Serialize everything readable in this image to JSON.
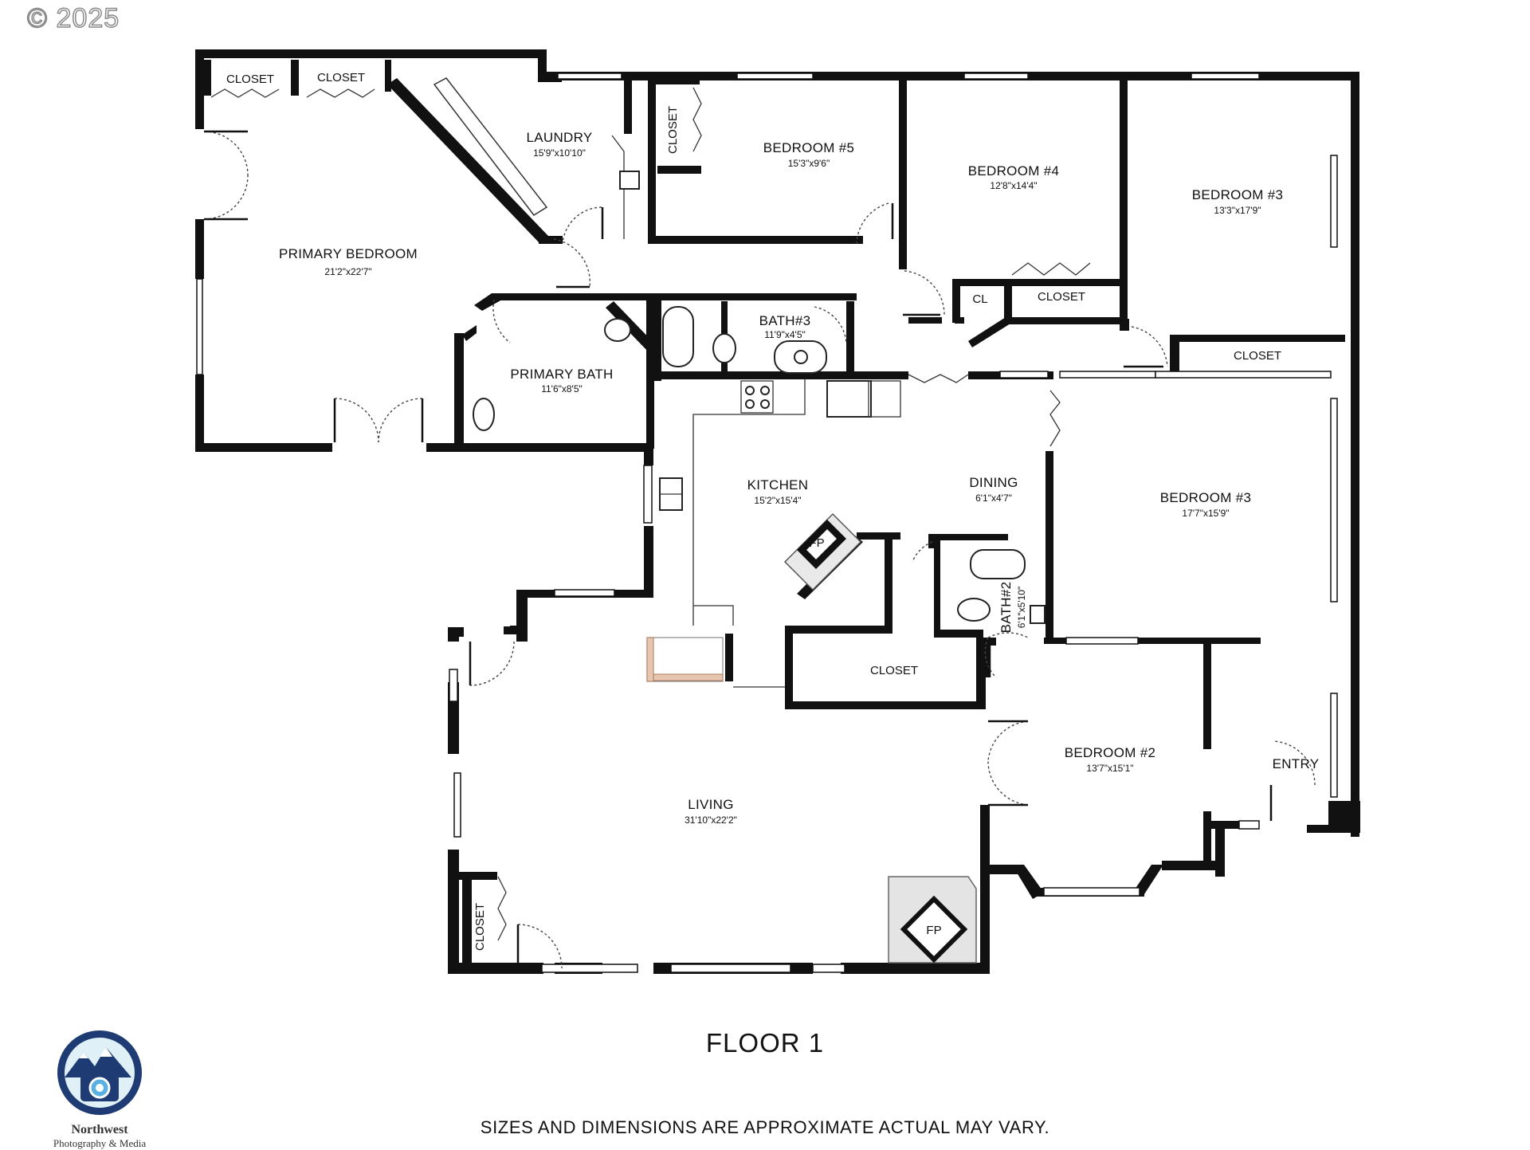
{
  "copyright": "© 2025",
  "floor_title": "FLOOR 1",
  "disclaimer": "SIZES AND DIMENSIONS ARE APPROXIMATE ACTUAL MAY VARY.",
  "logo": {
    "name": "Northwest",
    "subtitle": "Photography & Media"
  },
  "rooms": {
    "primary_bedroom": {
      "name": "PRIMARY BEDROOM",
      "dims": "21'2\"x22'7\""
    },
    "laundry": {
      "name": "LAUNDRY",
      "dims": "15'9\"x10'10\""
    },
    "bedroom5": {
      "name": "BEDROOM #5",
      "dims": "15'3\"x9'6\""
    },
    "bedroom4": {
      "name": "BEDROOM #4",
      "dims": "12'8\"x14'4\""
    },
    "bedroom3_upper": {
      "name": "BEDROOM #3",
      "dims": "13'3\"x17'9\""
    },
    "primary_bath": {
      "name": "PRIMARY BATH",
      "dims": "11'6\"x8'5\""
    },
    "bath3": {
      "name": "BATH#3",
      "dims": "11'9\"x4'5\""
    },
    "kitchen": {
      "name": "KITCHEN",
      "dims": "15'2\"x15'4\""
    },
    "dining": {
      "name": "DINING",
      "dims": "6'1\"x4'7\""
    },
    "bedroom3_lower": {
      "name": "BEDROOM #3",
      "dims": "17'7\"x15'9\""
    },
    "bath2": {
      "name": "BATH#2",
      "dims": "6'1\"x5'10\""
    },
    "bedroom2": {
      "name": "BEDROOM #2",
      "dims": "13'7\"x15'1\""
    },
    "entry": {
      "name": "ENTRY"
    },
    "living": {
      "name": "LIVING",
      "dims": "31'10\"x22'2\""
    }
  },
  "labels": {
    "closet": "CLOSET",
    "cl": "CL",
    "fp": "FP"
  }
}
